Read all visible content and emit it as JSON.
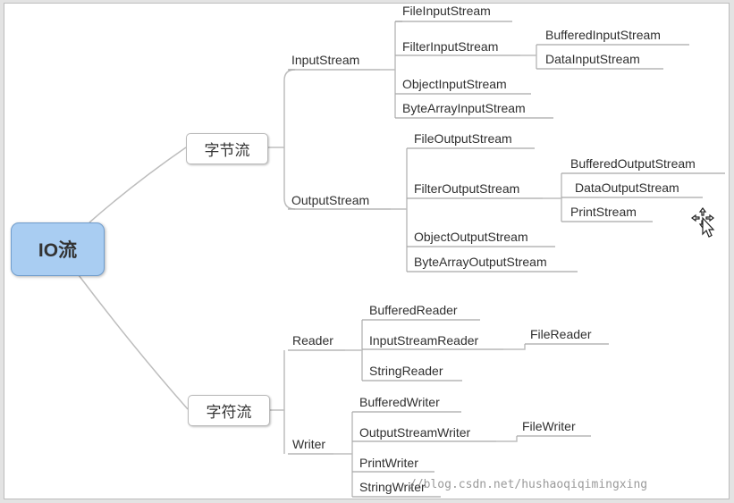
{
  "root": "IO流",
  "groups": {
    "byte_stream": "字节流",
    "char_stream": "字符流"
  },
  "nodes": {
    "input_stream": "InputStream",
    "output_stream": "OutputStream",
    "reader": "Reader",
    "writer": "Writer",
    "file_input_stream": "FileInputStream",
    "filter_input_stream": "FilterInputStream",
    "object_input_stream": "ObjectInputStream",
    "byte_array_input_stream": "ByteArrayInputStream",
    "buffered_input_stream": "BufferedInputStream",
    "data_input_stream": "DataInputStream",
    "file_output_stream": "FileOutputStream",
    "filter_output_stream": "FilterOutputStream",
    "object_output_stream": "ObjectOutputStream",
    "byte_array_output_stream": "ByteArrayOutputStream",
    "buffered_output_stream": "BufferedOutputStream",
    "data_output_stream": "DataOutputStream",
    "print_stream": "PrintStream",
    "buffered_reader": "BufferedReader",
    "input_stream_reader": "InputStreamReader",
    "string_reader": "StringReader",
    "file_reader": "FileReader",
    "buffered_writer": "BufferedWriter",
    "output_stream_writer": "OutputStreamWriter",
    "print_writer": "PrintWriter",
    "string_writer": "StringWriter",
    "file_writer": "FileWriter"
  },
  "watermark": "//blog.csdn.net/hushaoqiqimingxing",
  "colors": {
    "root_fill": "#a9cdf2",
    "line": "#bdbdbd",
    "underline": "#a8a8a8"
  }
}
